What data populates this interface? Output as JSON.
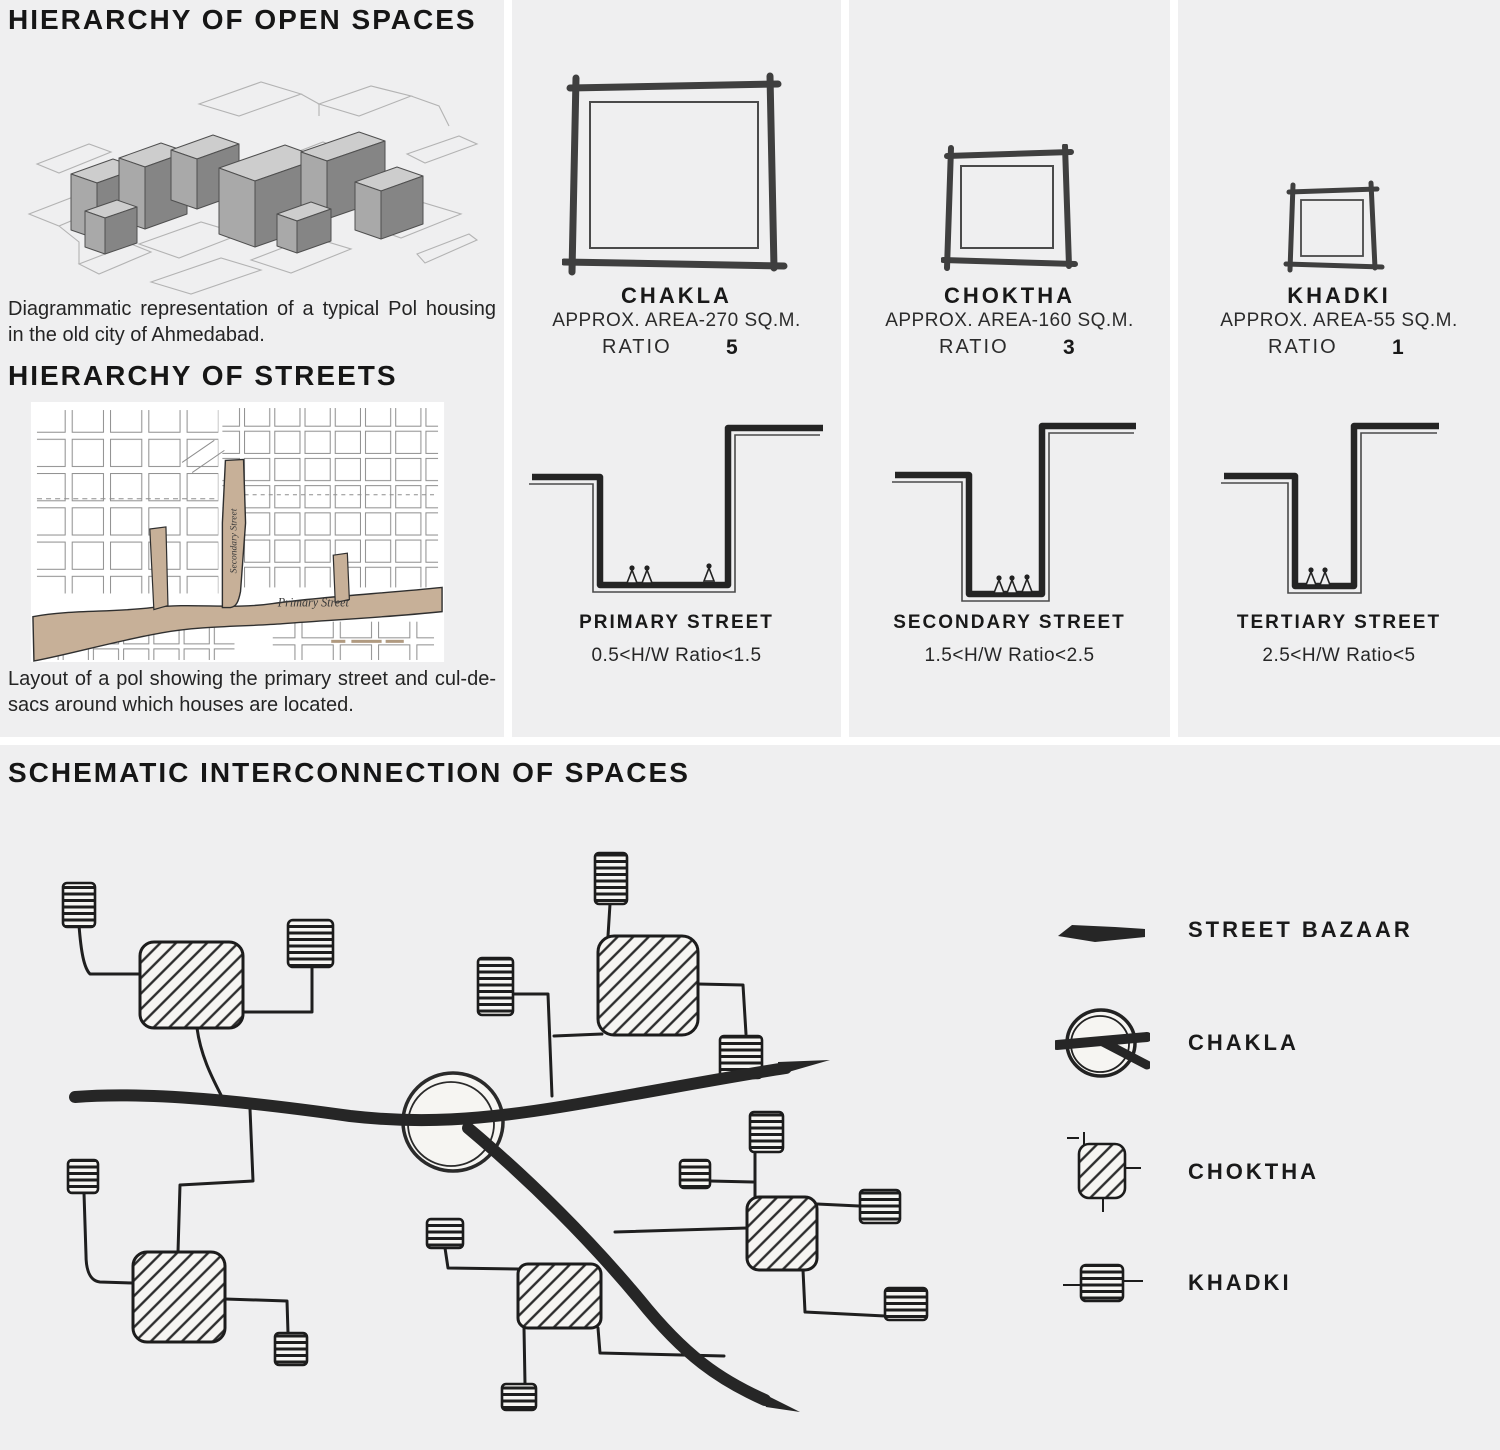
{
  "colors": {
    "panel_background": "#efeff0",
    "gap_white": "#ffffff",
    "ink": "#1f1f1f",
    "sketch_gray": "#3a3a3a",
    "street_tan": "#c7b098",
    "building_top": "#cdcdcd",
    "building_left": "#a9a9a9",
    "building_right": "#858585"
  },
  "open_spaces_panel": {
    "title": "HIERARCHY OF OPEN SPACES",
    "axon_caption": "Diagrammatic representation of a typical Pol housing in the old city of Ahmedabad.",
    "streets_title": "HIERARCHY OF STREETS",
    "map_caption": "Layout of a pol showing the primary street and cul-de-sacs around which houses are located.",
    "map_labels": {
      "primary": "Primary Street",
      "secondary": "Secondary Street"
    }
  },
  "space_panels": [
    {
      "name": "CHAKLA",
      "area": "APPROX. AREA-270 SQ.M.",
      "ratio_label": "RATIO",
      "ratio_value": "5",
      "street_name": "PRIMARY STREET",
      "street_ratio": "0.5<H/W Ratio<1.5"
    },
    {
      "name": "CHOKTHA",
      "area": "APPROX. AREA-160 SQ.M.",
      "ratio_label": "RATIO",
      "ratio_value": "3",
      "street_name": "SECONDARY STREET",
      "street_ratio": "1.5<H/W Ratio<2.5"
    },
    {
      "name": "KHADKI",
      "area": "APPROX. AREA-55 SQ.M.",
      "ratio_label": "RATIO",
      "ratio_value": "1",
      "street_name": "TERTIARY STREET",
      "street_ratio": "2.5<H/W Ratio<5"
    }
  ],
  "schematic": {
    "title": "SCHEMATIC INTERCONNECTION OF SPACES",
    "legend": [
      {
        "icon": "street-bazaar-icon",
        "label": "STREET BAZAAR"
      },
      {
        "icon": "chakla-icon",
        "label": "CHAKLA"
      },
      {
        "icon": "choktha-icon",
        "label": "CHOKTHA"
      },
      {
        "icon": "khadki-icon",
        "label": "KHADKI"
      }
    ]
  }
}
